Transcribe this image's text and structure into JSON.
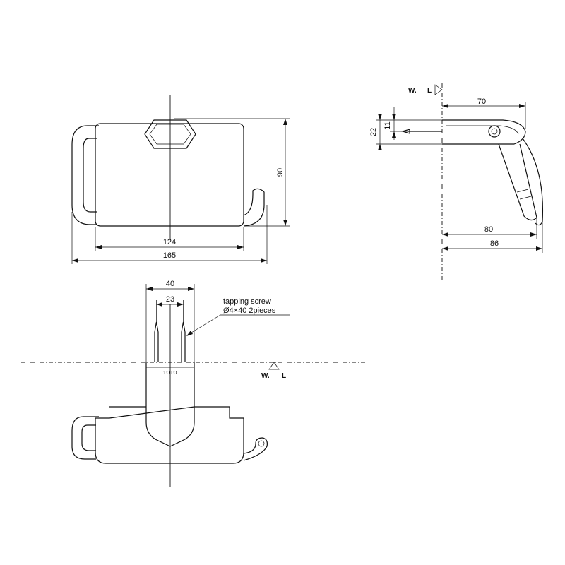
{
  "front_view": {
    "dim_inner_width": "124",
    "dim_overall_width": "165",
    "dim_height": "90"
  },
  "side_view": {
    "wall_label_w": "W.",
    "wall_label_l": "L",
    "dim_depth_top": "70",
    "dim_thickness": "22",
    "dim_screw_offset": "11",
    "dim_depth_mid": "80",
    "dim_depth_overall": "86"
  },
  "mount_view": {
    "dim_plate_width": "40",
    "dim_screw_spacing": "23",
    "note_line1": "tapping screw",
    "note_line2": "Ø4×40 2pieces",
    "wall_label_w": "W.",
    "wall_label_l": "L",
    "brand": "TOTO"
  }
}
